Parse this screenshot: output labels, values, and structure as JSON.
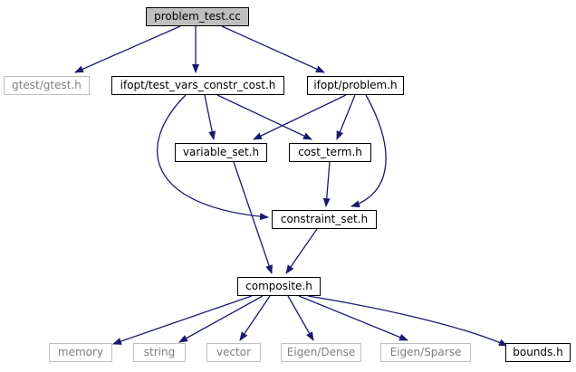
{
  "nodes": {
    "problem_test": {
      "label": "problem_test.cc",
      "kind": "root"
    },
    "gtest": {
      "label": "gtest/gtest.h",
      "kind": "external"
    },
    "test_vars": {
      "label": "ifopt/test_vars_constr_cost.h",
      "kind": "file"
    },
    "problem_h": {
      "label": "ifopt/problem.h",
      "kind": "file"
    },
    "variable_set": {
      "label": "variable_set.h",
      "kind": "file"
    },
    "cost_term": {
      "label": "cost_term.h",
      "kind": "file"
    },
    "constraint_set": {
      "label": "constraint_set.h",
      "kind": "file"
    },
    "composite": {
      "label": "composite.h",
      "kind": "file"
    },
    "memory": {
      "label": "memory",
      "kind": "external"
    },
    "string": {
      "label": "string",
      "kind": "external"
    },
    "vector": {
      "label": "vector",
      "kind": "external"
    },
    "eigen_dense": {
      "label": "Eigen/Dense",
      "kind": "external"
    },
    "eigen_sparse": {
      "label": "Eigen/Sparse",
      "kind": "external"
    },
    "bounds": {
      "label": "bounds.h",
      "kind": "file"
    }
  },
  "edges": [
    {
      "from": "problem_test",
      "to": "gtest"
    },
    {
      "from": "problem_test",
      "to": "test_vars"
    },
    {
      "from": "problem_test",
      "to": "problem_h"
    },
    {
      "from": "test_vars",
      "to": "variable_set"
    },
    {
      "from": "test_vars",
      "to": "cost_term"
    },
    {
      "from": "test_vars",
      "to": "constraint_set"
    },
    {
      "from": "problem_h",
      "to": "variable_set"
    },
    {
      "from": "problem_h",
      "to": "cost_term"
    },
    {
      "from": "problem_h",
      "to": "constraint_set"
    },
    {
      "from": "variable_set",
      "to": "composite"
    },
    {
      "from": "cost_term",
      "to": "constraint_set"
    },
    {
      "from": "constraint_set",
      "to": "composite"
    },
    {
      "from": "composite",
      "to": "memory"
    },
    {
      "from": "composite",
      "to": "string"
    },
    {
      "from": "composite",
      "to": "vector"
    },
    {
      "from": "composite",
      "to": "eigen_dense"
    },
    {
      "from": "composite",
      "to": "eigen_sparse"
    },
    {
      "from": "composite",
      "to": "bounds"
    }
  ],
  "colors": {
    "edge": "#191970",
    "root_fill": "#bfbfbf",
    "node_border": "#000000",
    "external_border": "#bfbfbf",
    "external_text": "#7f7f7f"
  }
}
